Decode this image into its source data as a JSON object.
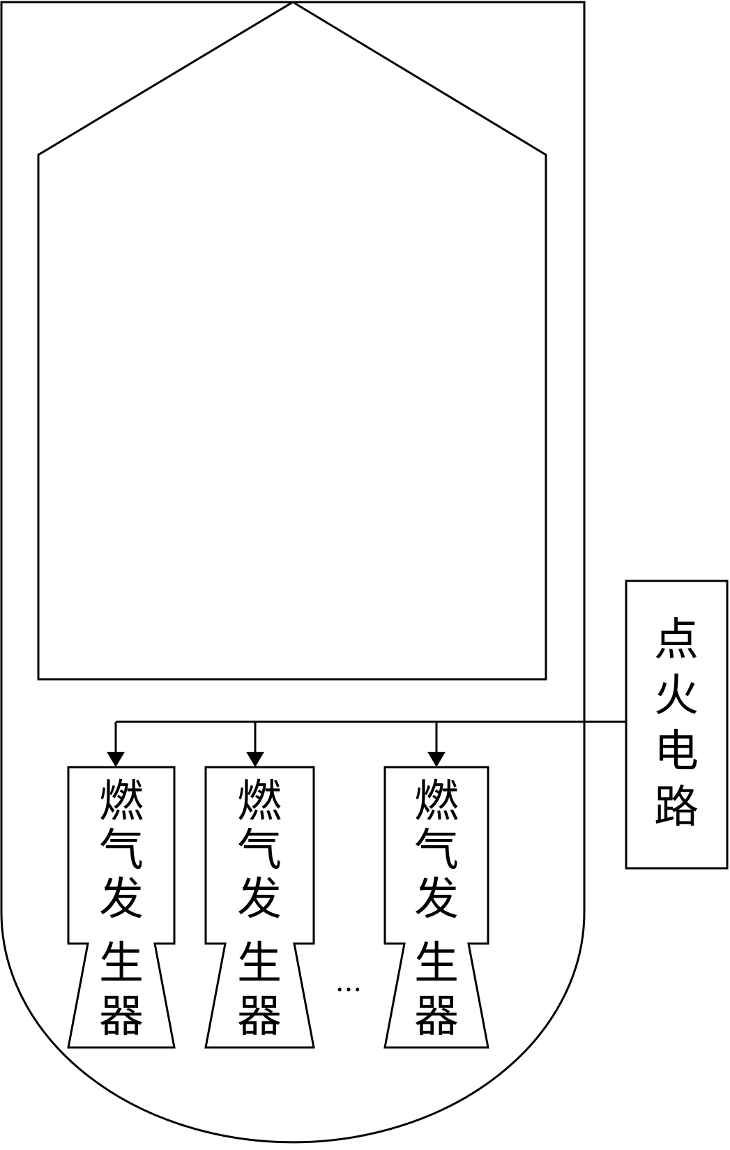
{
  "ignition_circuit": {
    "label_chars": [
      "点",
      "火",
      "电",
      "路"
    ]
  },
  "gas_generators": [
    {
      "label_chars": [
        "燃",
        "气",
        "发",
        "生",
        "器"
      ]
    },
    {
      "label_chars": [
        "燃",
        "气",
        "发",
        "生",
        "器"
      ]
    },
    {
      "label_chars": [
        "燃",
        "气",
        "发",
        "生",
        "器"
      ]
    }
  ],
  "ellipsis": "···"
}
